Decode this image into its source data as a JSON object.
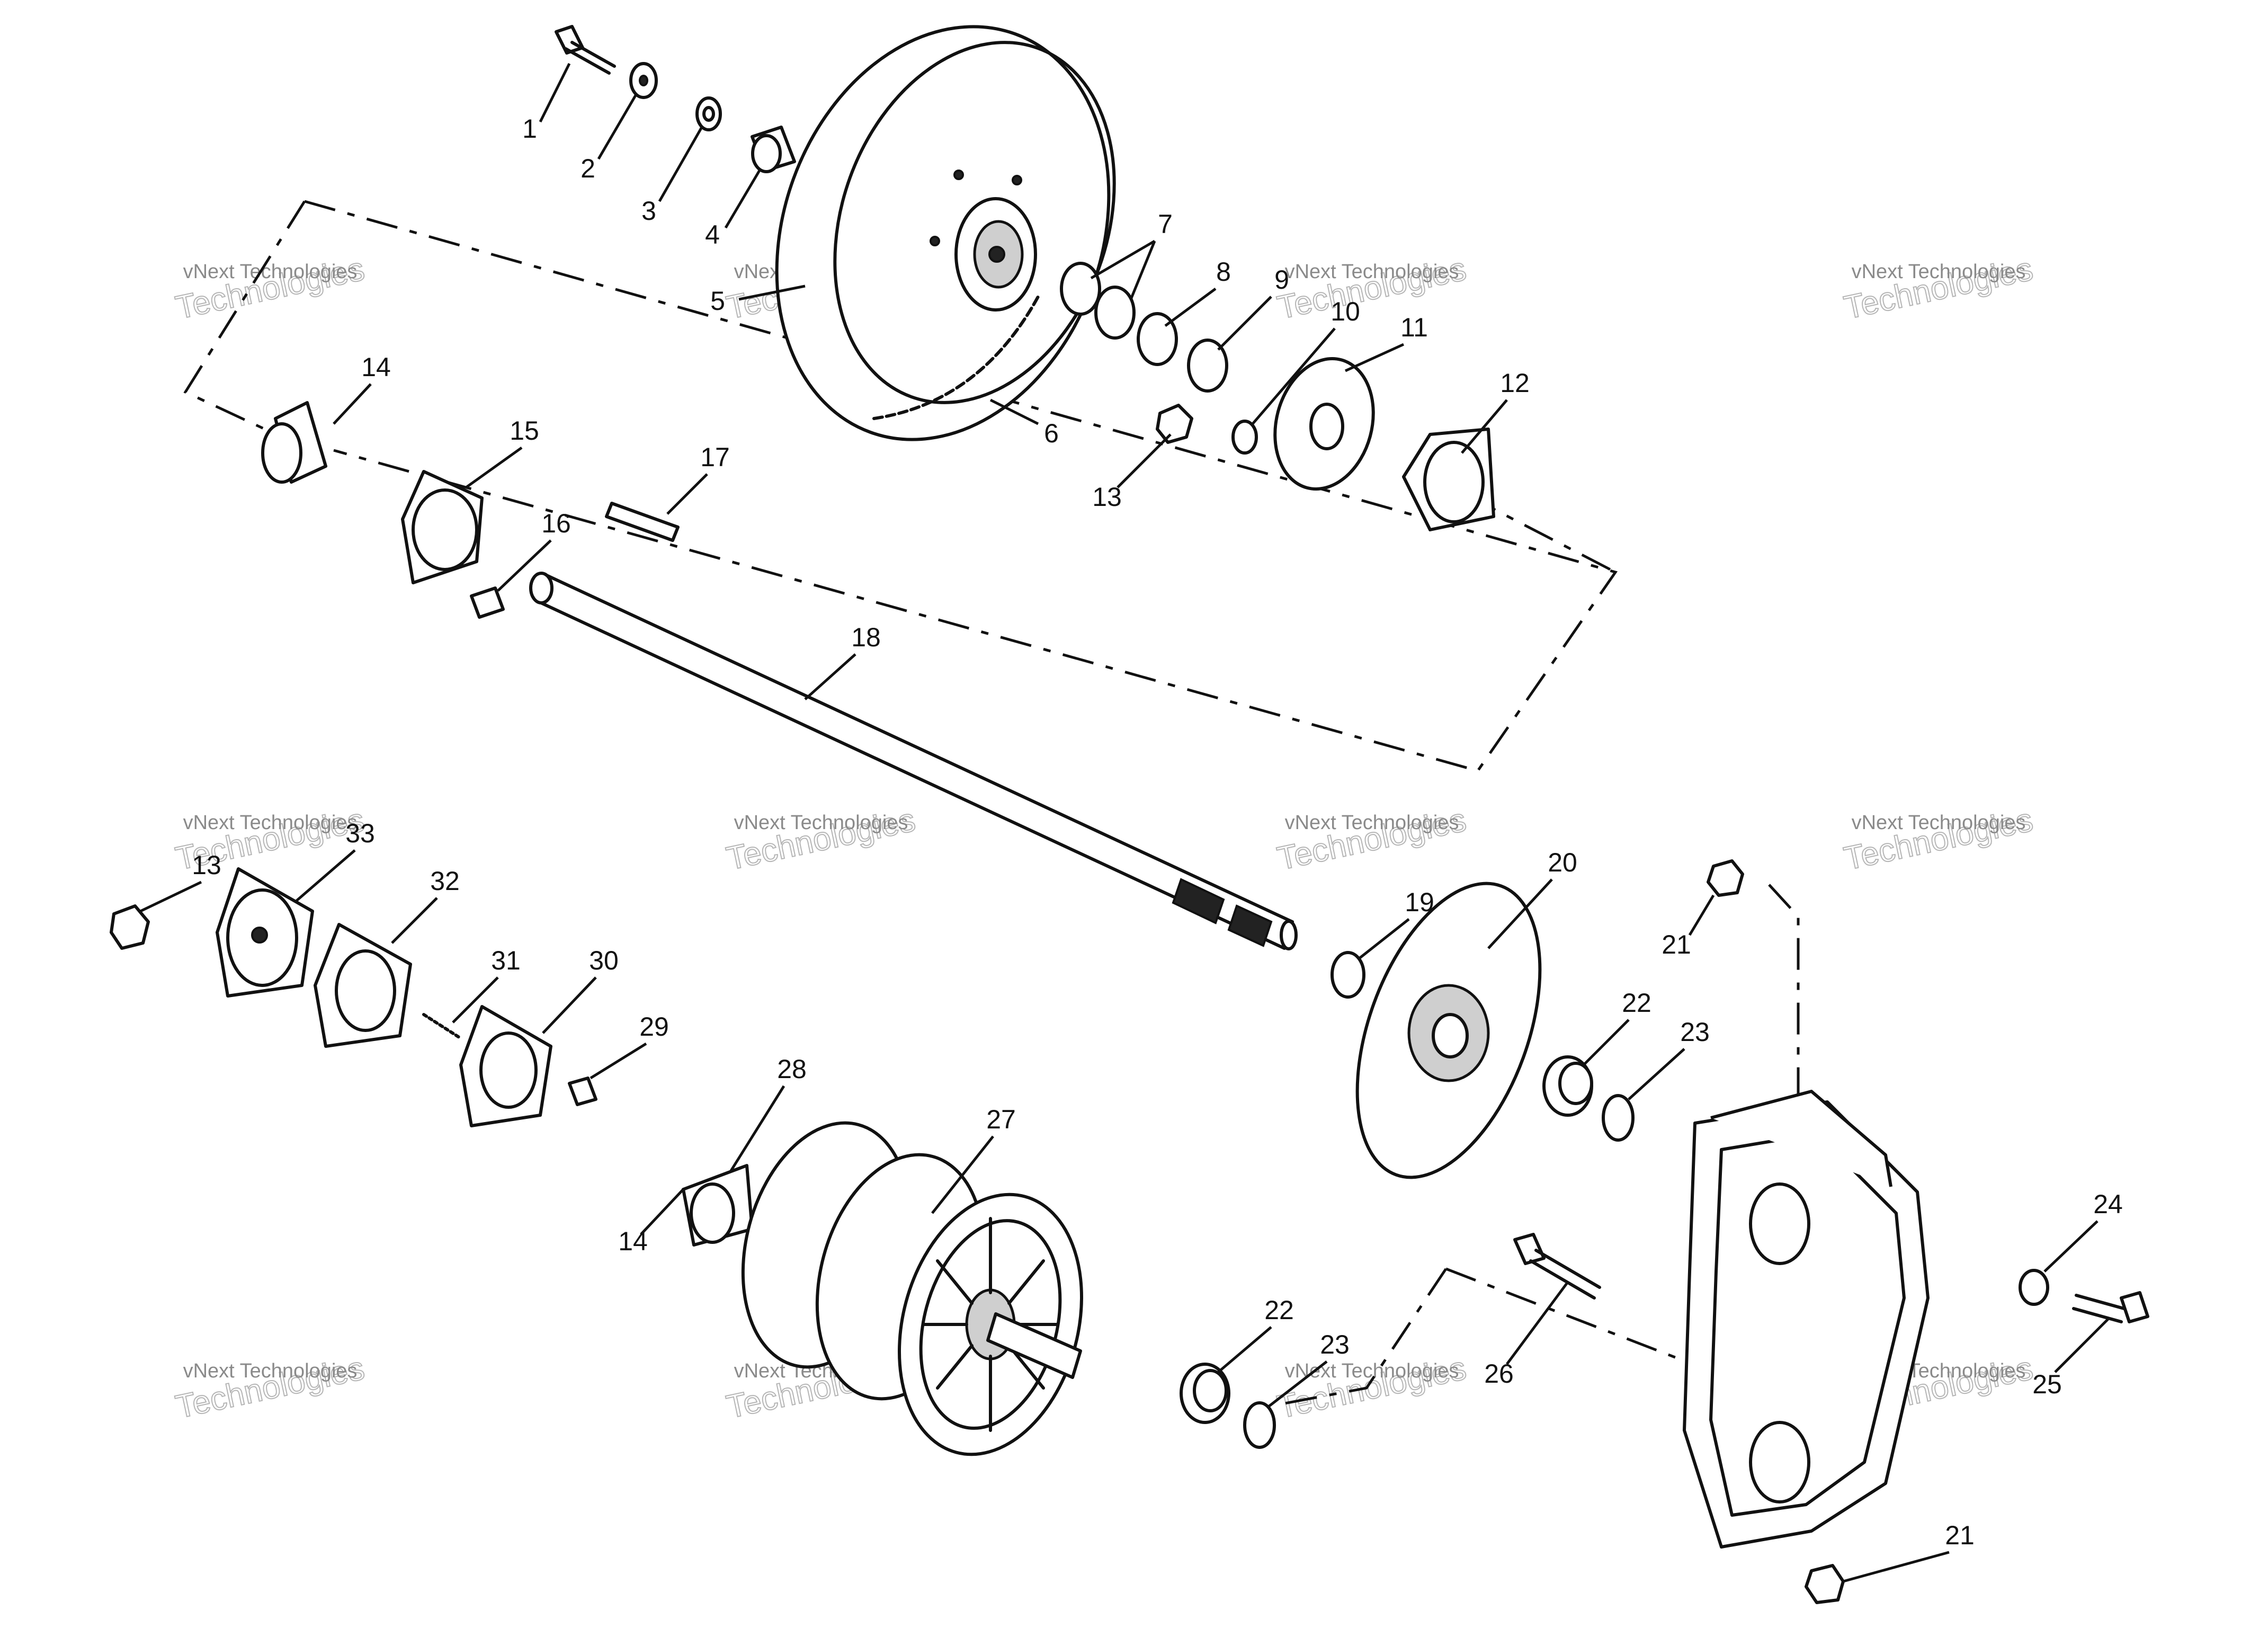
{
  "diagram": {
    "callouts": [
      "1",
      "2",
      "3",
      "4",
      "5",
      "6",
      "7",
      "8",
      "9",
      "10",
      "11",
      "12",
      "13",
      "14",
      "15",
      "16",
      "17",
      "18",
      "13",
      "14",
      "33",
      "32",
      "31",
      "30",
      "29",
      "28",
      "27",
      "19",
      "20",
      "21",
      "22",
      "23",
      "22",
      "23",
      "24",
      "25",
      "26",
      "21"
    ]
  },
  "watermark": {
    "company": "vNext Technologies",
    "word": "Technologies"
  }
}
